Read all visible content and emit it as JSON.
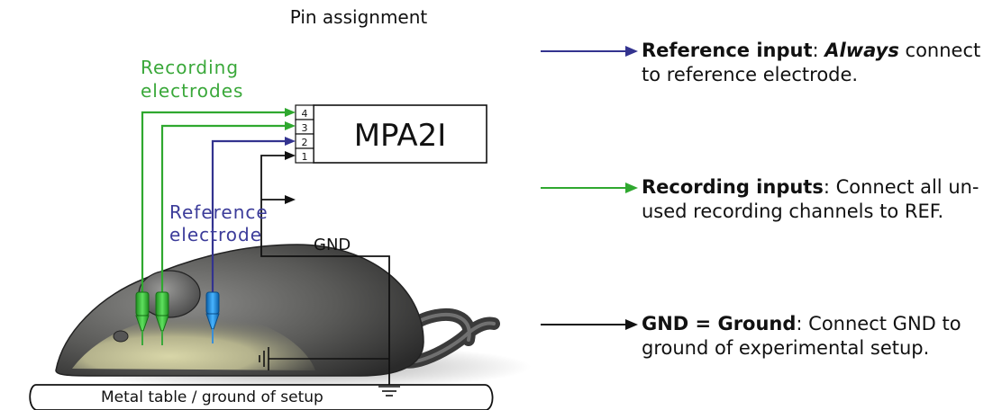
{
  "title": "Pin assignment",
  "device": {
    "name": "MPA2I",
    "pins": [
      "4",
      "3",
      "2",
      "1"
    ]
  },
  "labels": {
    "recording_line1": "Recording",
    "recording_line2": "electrodes",
    "reference_line1": "Reference",
    "reference_line2": "electrode",
    "gnd": "GND",
    "table": "Metal table / ground of setup"
  },
  "legend": {
    "reference": {
      "bold": "Reference input",
      "colon": ": ",
      "emph": "Always",
      "rest1": " connect",
      "line2": "to reference electrode."
    },
    "recording": {
      "bold": "Recording inputs",
      "rest1": ": Connect all un-",
      "line2": "used recording channels to REF."
    },
    "ground": {
      "bold": "GND = Ground",
      "rest1": ": Connect GND to",
      "line2": "ground of experimental setup."
    }
  },
  "colors": {
    "recording": "#2fa82f",
    "reference": "#33338f",
    "ground": "#111111",
    "recording_label": "#3aa83a",
    "reference_label": "#3c3c9a"
  }
}
